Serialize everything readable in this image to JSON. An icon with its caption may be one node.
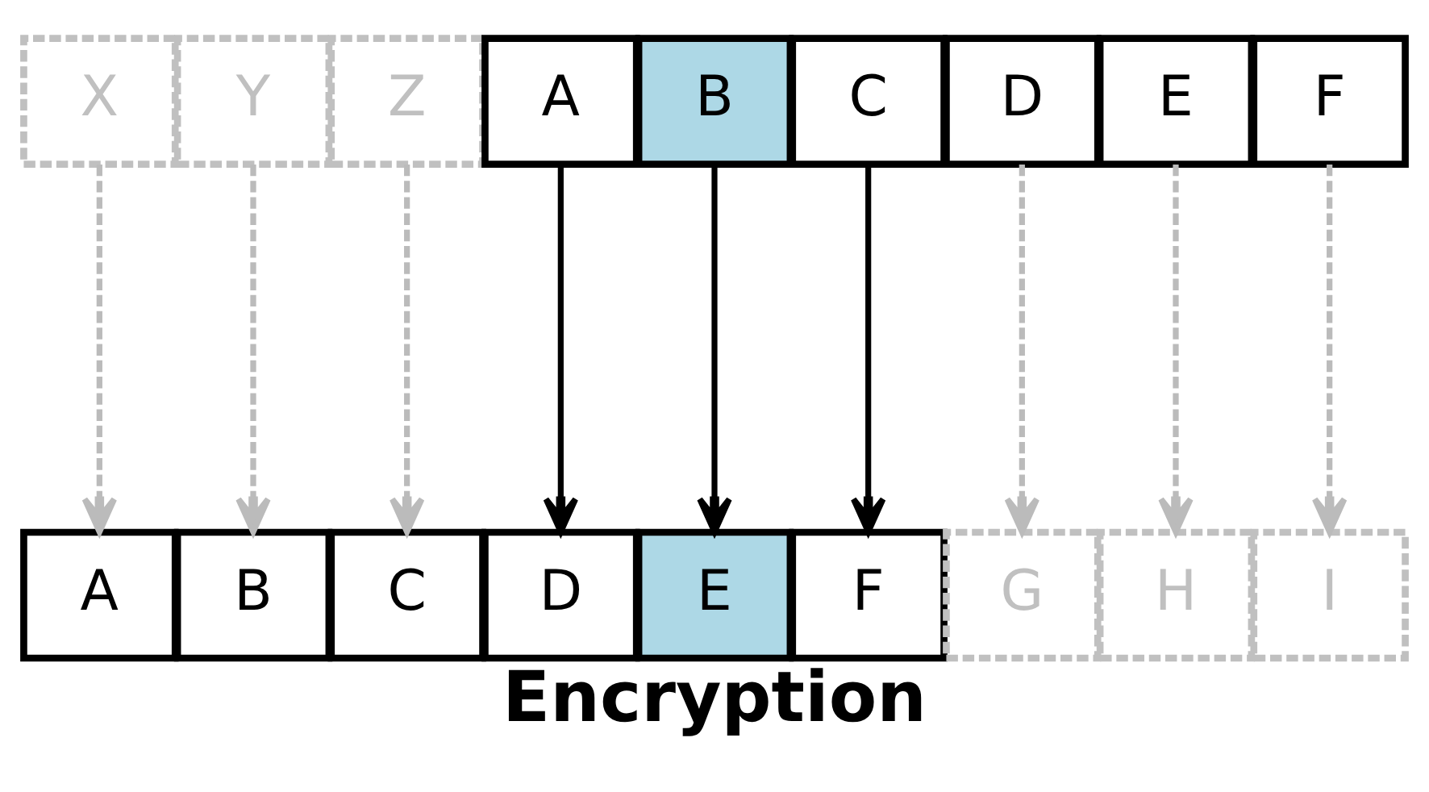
{
  "diagram": {
    "caption": "Encryption",
    "nodes": [
      {
        "text": [
          "X"
        ]
      },
      {
        "text": [
          "Y"
        ]
      },
      {
        "text": [
          "Z"
        ]
      },
      {
        "text": [
          "A"
        ]
      },
      {
        "text": [
          "B"
        ]
      },
      {
        "text": [
          "C"
        ]
      },
      {
        "text": [
          "D"
        ]
      },
      {
        "text": [
          "E"
        ]
      },
      {
        "text": [
          "F"
        ]
      },
      {
        "text": [
          "A"
        ]
      },
      {
        "text": [
          "B"
        ]
      },
      {
        "text": [
          "C"
        ]
      },
      {
        "text": [
          "D"
        ]
      },
      {
        "text": [
          "E"
        ]
      },
      {
        "text": [
          "F"
        ]
      },
      {
        "text": [
          "G"
        ]
      },
      {
        "text": [
          "H"
        ]
      },
      {
        "text": [
          "I"
        ]
      }
    ],
    "edges": [
      {
        "from": 0,
        "to": 9,
        "arrow": "to",
        "style": "dashed"
      },
      {
        "from": 1,
        "to": 10,
        "arrow": "to",
        "style": "dashed"
      },
      {
        "from": 2,
        "to": 11,
        "arrow": "to",
        "style": "dashed"
      },
      {
        "from": 3,
        "to": 12,
        "arrow": "to",
        "color": "#000000"
      },
      {
        "from": 4,
        "to": 13,
        "arrow": "to",
        "color": "#000000"
      },
      {
        "from": 5,
        "to": 14,
        "arrow": "to",
        "color": "#000000"
      },
      {
        "from": 6,
        "to": 15,
        "arrow": "to",
        "style": "dashed"
      },
      {
        "from": 7,
        "to": 16,
        "arrow": "to",
        "style": "dashed"
      },
      {
        "from": 8,
        "to": 17,
        "arrow": "to",
        "style": "dashed"
      }
    ]
  }
}
